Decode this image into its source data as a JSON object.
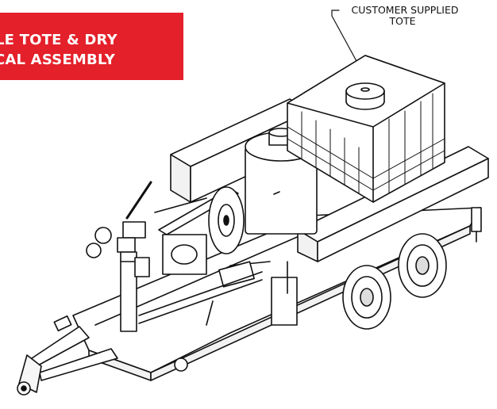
{
  "banner": {
    "line1": "LE TOTE & DRY",
    "line2": "MICAL ASSEMBLY",
    "color": "#e4202a"
  },
  "callout": {
    "line1": "CUSTOMER SUPPLIED",
    "line2": "TOTE"
  }
}
